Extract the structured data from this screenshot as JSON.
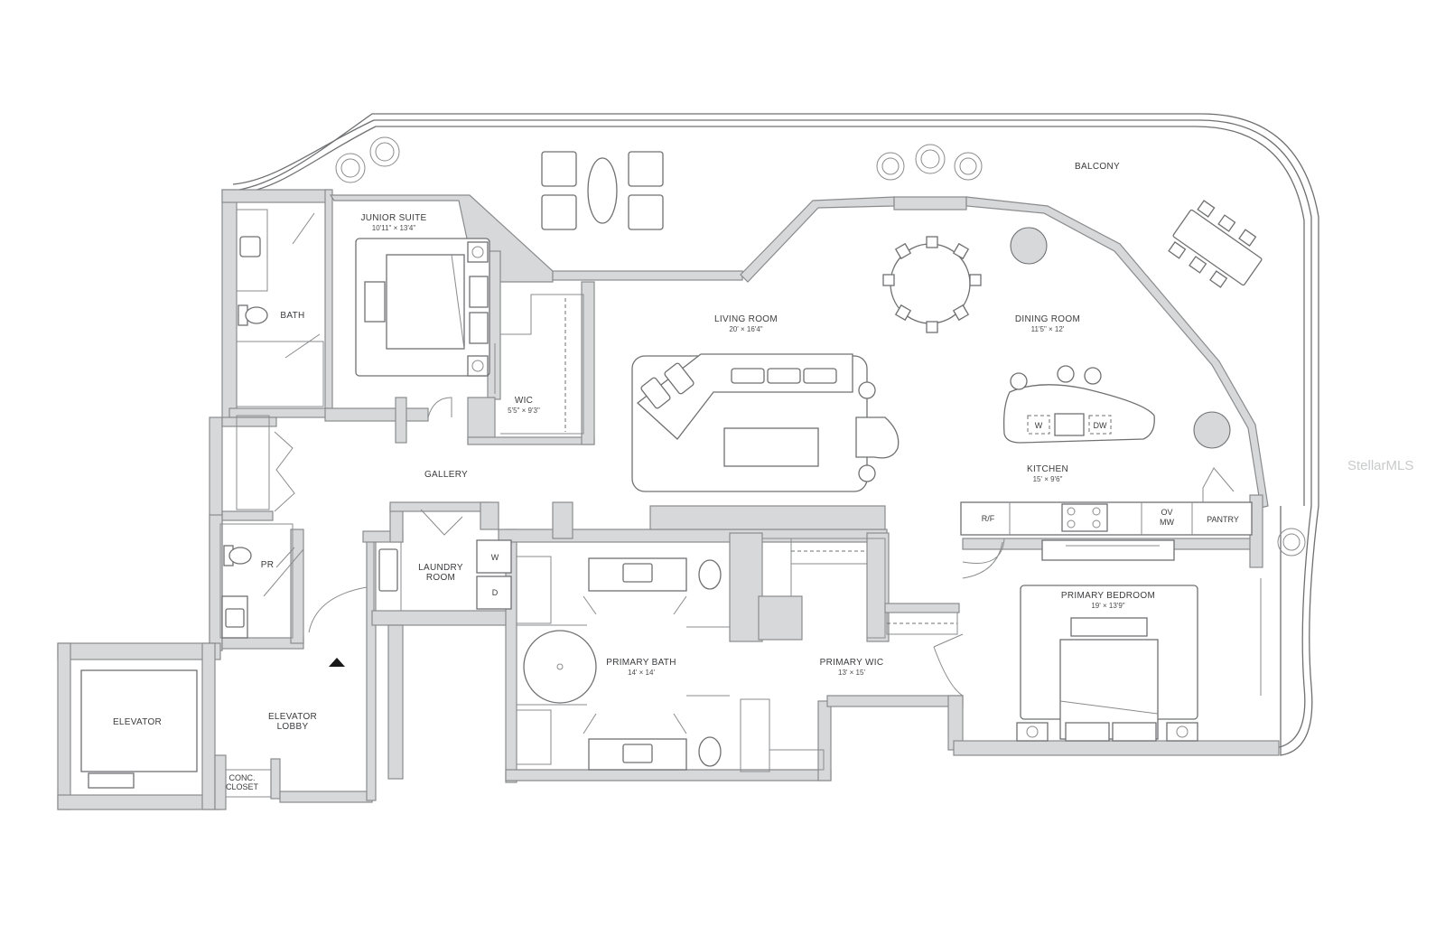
{
  "rooms": {
    "balcony": "BALCONY",
    "junior_suite": {
      "name": "JUNIOR SUITE",
      "dim": "10'11\" × 13'4\""
    },
    "bath": "BATH",
    "wic": {
      "name": "WIC",
      "dim": "5'5\" × 9'3\""
    },
    "living_room": {
      "name": "LIVING ROOM",
      "dim": "20' × 16'4\""
    },
    "dining_room": {
      "name": "DINING ROOM",
      "dim": "11'5\" × 12'"
    },
    "kitchen": {
      "name": "KITCHEN",
      "dim": "15' × 9'6\""
    },
    "gallery": "GALLERY",
    "pr": "PR",
    "laundry": {
      "line1": "LAUNDRY",
      "line2": "ROOM"
    },
    "primary_bath": {
      "name": "PRIMARY BATH",
      "dim": "14' × 14'"
    },
    "primary_wic": {
      "name": "PRIMARY WIC",
      "dim": "13' × 15'"
    },
    "primary_bedroom": {
      "name": "PRIMARY BEDROOM",
      "dim": "19' × 13'9\""
    },
    "elevator": "ELEVATOR",
    "elevator_lobby": {
      "line1": "ELEVATOR",
      "line2": "LOBBY"
    },
    "conc_closet": {
      "line1": "CONC.",
      "line2": "CLOSET"
    },
    "pantry": "PANTRY"
  },
  "appliances": {
    "washer": "W",
    "dryer": "D",
    "island_washer": "W",
    "dishwasher": "DW",
    "refrigerator": "R/F",
    "oven": "OV",
    "microwave": "MW"
  },
  "watermark": "StellarMLS",
  "icons": [
    "tree-icon",
    "north-arrow-icon",
    "sink-icon",
    "toilet-icon",
    "cooktop-icon",
    "nightstand-lamp-icon",
    "tub-icon"
  ]
}
